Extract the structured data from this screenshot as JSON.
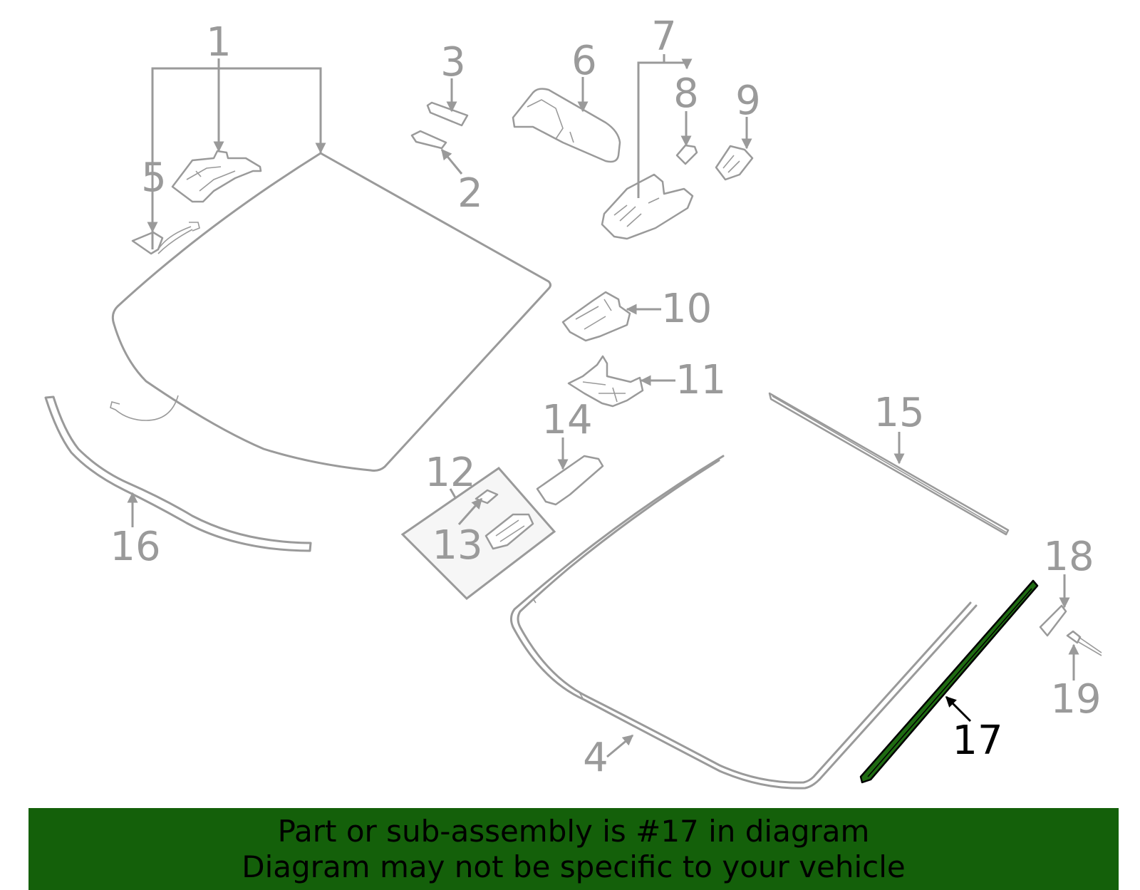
{
  "callouts": {
    "c1": "1",
    "c2": "2",
    "c3": "3",
    "c4": "4",
    "c5": "5",
    "c6": "6",
    "c7": "7",
    "c8": "8",
    "c9": "9",
    "c10": "10",
    "c11": "11",
    "c12": "12",
    "c13": "13",
    "c14": "14",
    "c15": "15",
    "c16": "16",
    "c17": "17",
    "c18": "18",
    "c19": "19"
  },
  "highlighted_part": "17",
  "colors": {
    "line_gray": "#9a9a9a",
    "highlight_green": "#1f6b12",
    "banner_green": "#14600a",
    "banner_text": "#000000"
  },
  "banner": {
    "line1": "Part or sub-assembly is #17 in diagram",
    "line2": "Diagram may not be specific to your vehicle"
  }
}
